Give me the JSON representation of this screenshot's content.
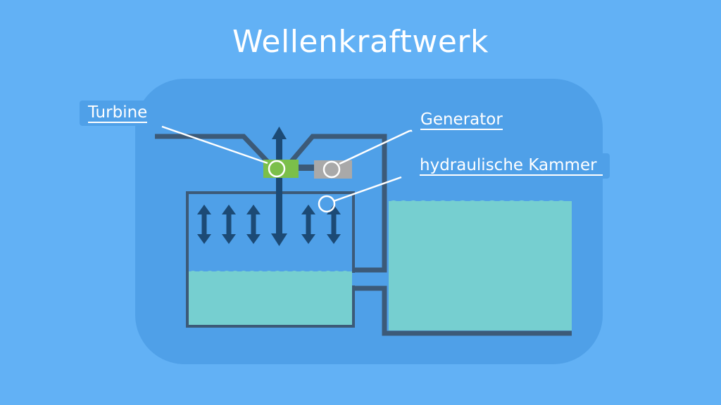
{
  "title": "Wellenkraftwerk",
  "labels": {
    "turbine": "Turbine",
    "generator": "Generator",
    "chamber": "hydraulische Kammer"
  },
  "colors": {
    "background": "#62b1f5",
    "panel": "#4fa0e8",
    "wall": "#3c5a78",
    "water": "#76cfd0",
    "arrow": "#1c4a75",
    "turbine": "#7bbf4a",
    "generator": "#a9a9a9",
    "callout": "#ffffff"
  },
  "icons": {
    "turbine": "green-turbine-block",
    "generator": "gray-generator-block",
    "air_arrows": "double-headed-arrow"
  }
}
